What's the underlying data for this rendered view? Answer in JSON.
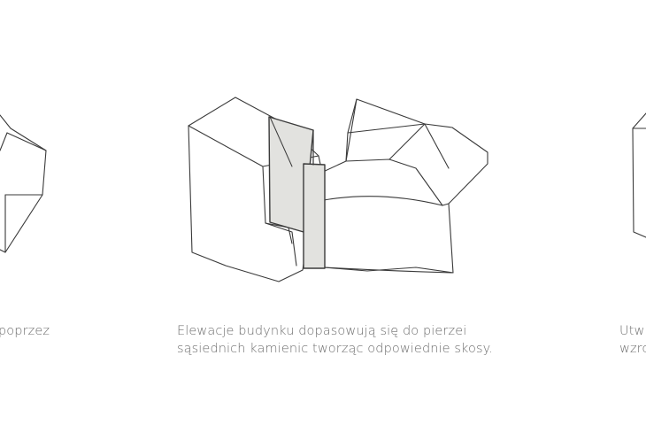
{
  "panels": [
    {
      "id": "left",
      "caption_lines": [
        "poprzez"
      ]
    },
    {
      "id": "center",
      "caption_lines": [
        "Elewacje budynku dopasowują się do pierzei",
        "sąsiednich kamienic tworząc odpowiednie skosy."
      ]
    },
    {
      "id": "right",
      "caption_lines": [
        "Utw",
        "wzro"
      ]
    }
  ],
  "colors": {
    "line": "#3a3a3a",
    "panel_fill": "#e2e2df",
    "caption": "#6e6e6e",
    "background": "#ffffff"
  }
}
